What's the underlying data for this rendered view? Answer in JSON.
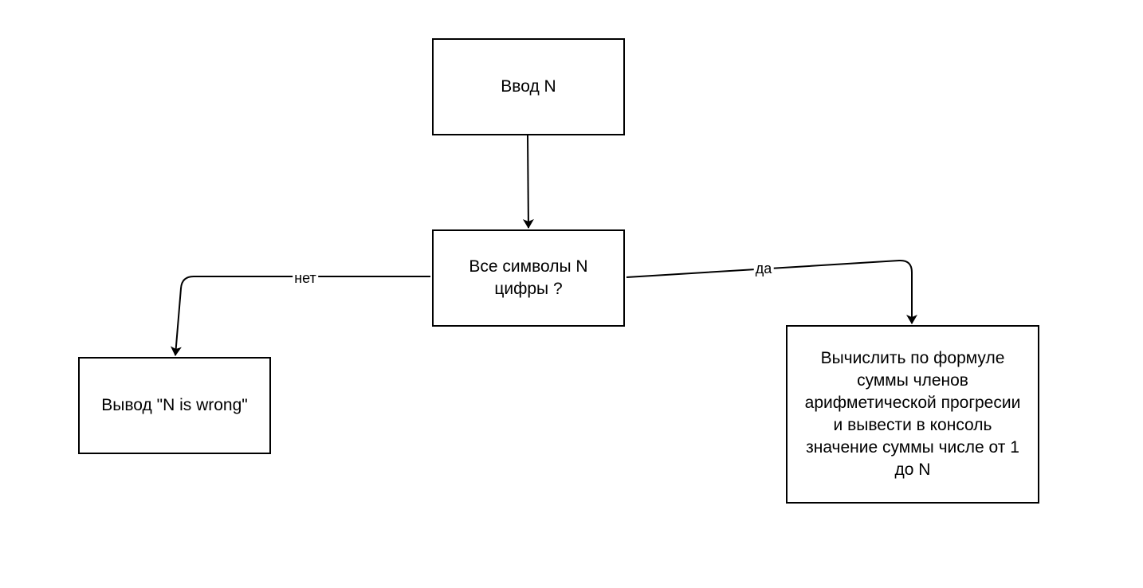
{
  "nodes": {
    "input": "Ввод N",
    "check": "Все символы N цифры ?",
    "wrong": "Вывод \"N is wrong\"",
    "calc": "Вычислить по формуле суммы членов арифметической прогресии и вывести в консоль значение суммы числе от 1 до N"
  },
  "edges": {
    "no_label": "нет",
    "yes_label": "да"
  },
  "colors": {
    "stroke": "#000000",
    "fill": "#ffffff"
  }
}
